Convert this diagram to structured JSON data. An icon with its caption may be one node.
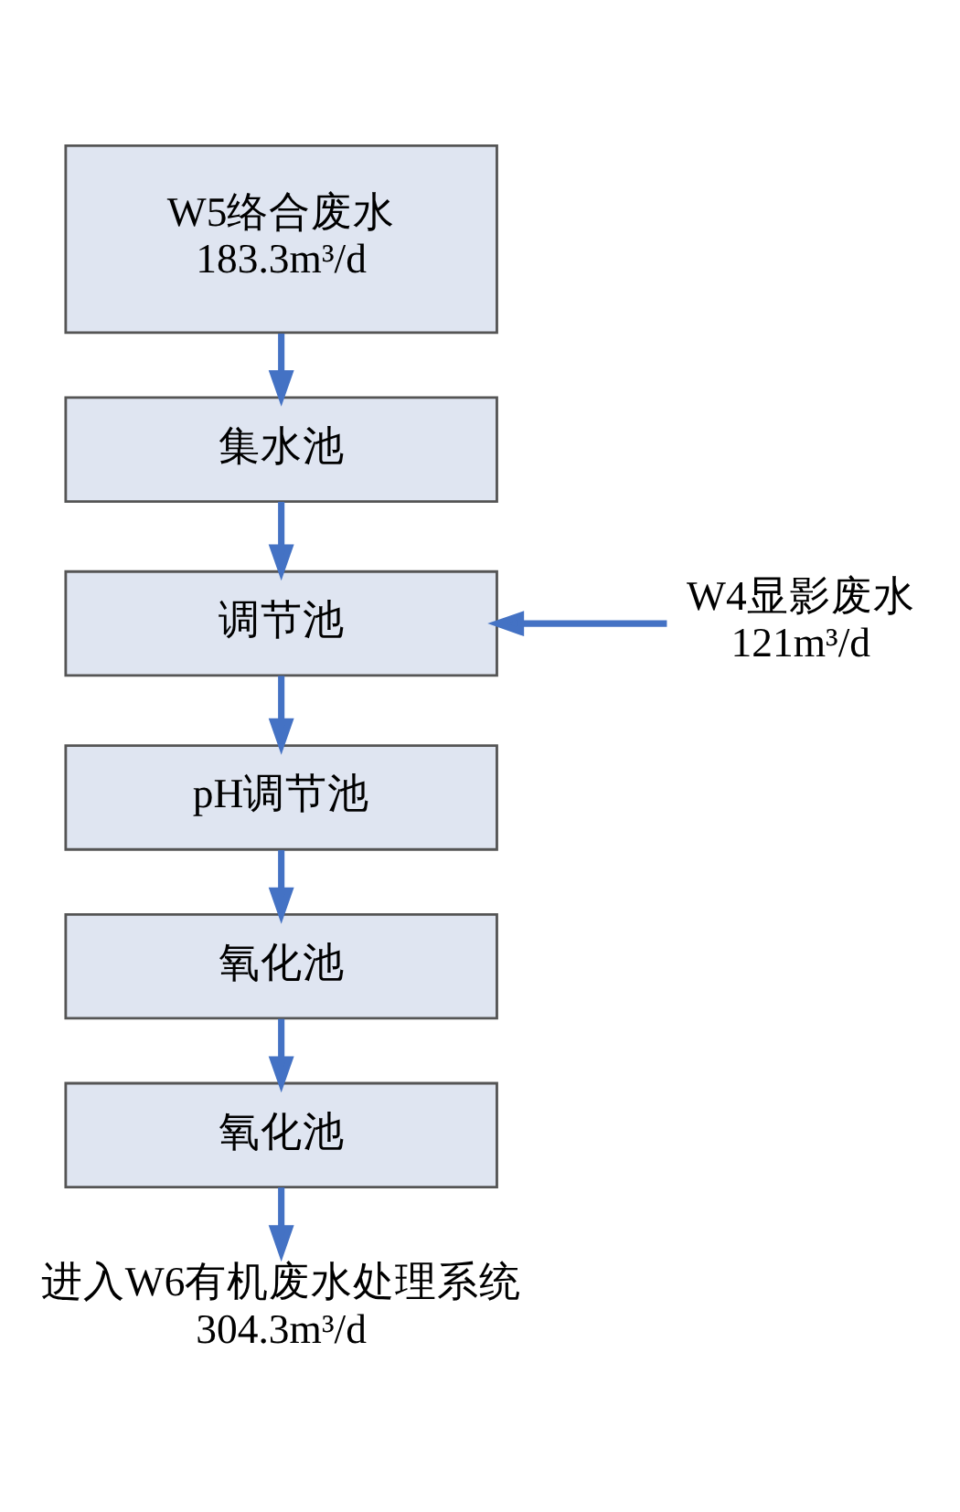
{
  "diagram": {
    "nodes": [
      {
        "text": [
          "W5络合废水 183.3m³/d"
        ]
      },
      {
        "text": [
          "集水池"
        ]
      },
      {
        "text": [
          "调节池"
        ]
      },
      {
        "text": [
          "W4显影废水 121m³/d"
        ]
      },
      {
        "text": [
          "pH调节池"
        ]
      },
      {
        "text": [
          "氧化池"
        ]
      },
      {
        "text": [
          "氧化池"
        ]
      },
      {
        "text": [
          "进入W6有机废水处理系统 304.3m³/d"
        ]
      }
    ],
    "edges": [
      {
        "from": 0,
        "to": 1,
        "arrow": "to"
      },
      {
        "from": 1,
        "to": 2,
        "arrow": "to"
      },
      {
        "from": 3,
        "to": 2,
        "arrow": "to"
      },
      {
        "from": 2,
        "to": 4,
        "arrow": "to"
      },
      {
        "from": 4,
        "to": 5,
        "arrow": "to"
      },
      {
        "from": 5,
        "to": 6,
        "arrow": "to"
      },
      {
        "from": 6,
        "to": 7,
        "arrow": "to"
      }
    ]
  }
}
